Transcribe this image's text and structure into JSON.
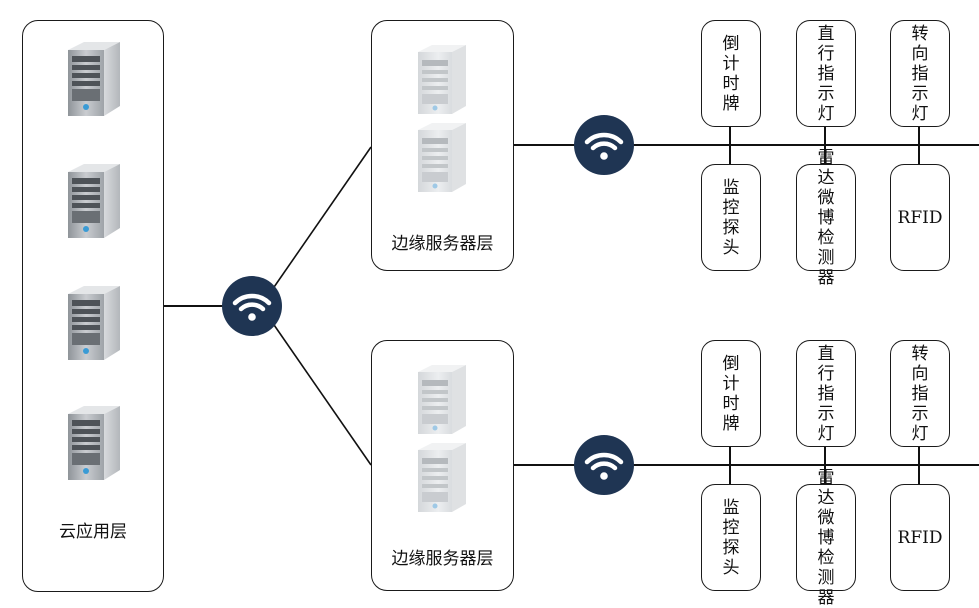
{
  "cloud": {
    "label": "云应用层",
    "servers": [
      "server-1",
      "server-2",
      "server-3",
      "server-4"
    ]
  },
  "edge_groups": [
    {
      "label": "边缘服务器层",
      "top_devices": [
        "倒计时牌",
        "直行指示灯",
        "转向指示灯"
      ],
      "bottom_devices": [
        "监控探头",
        "雷达微博检测器",
        "RFID"
      ]
    },
    {
      "label": "边缘服务器层",
      "top_devices": [
        "倒计时牌",
        "直行指示灯",
        "转向指示灯"
      ],
      "bottom_devices": [
        "监控探头",
        "雷达微博检测器",
        "RFID"
      ]
    }
  ],
  "icons": {
    "server": "server-tower-icon",
    "wireless": "wifi-icon"
  },
  "colors": {
    "wifi_fill": "#1f3553",
    "line": "#111111"
  }
}
